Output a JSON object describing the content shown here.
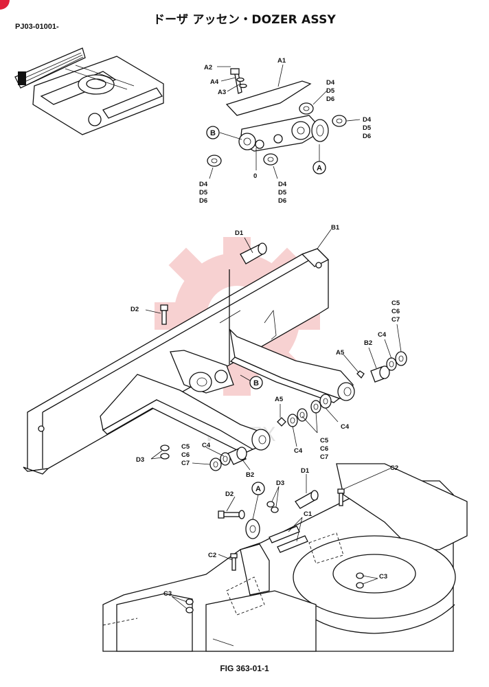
{
  "title": "ドーザ アッセン・DOZER ASSY",
  "code": "PJ03-01001-",
  "figure": "FIG 363-01-1",
  "watermark_text": "ИНТЕХ",
  "colors": {
    "watermark": "#f6c9c9",
    "corner_mark": "#e0203a"
  },
  "callouts": {
    "a1": "A1",
    "a2": "A2",
    "a3": "A3",
    "a4": "A4",
    "a5": "A5",
    "b1": "B1",
    "b2": "B2",
    "c1": "C1",
    "c2": "C2",
    "c3": "C3",
    "c4": "C4",
    "c5": "C5",
    "c6": "C6",
    "c7": "C7",
    "d1": "D1",
    "d2": "D2",
    "d3": "D3",
    "d4": "D4",
    "d5": "D5",
    "d6": "D6",
    "zero": "0"
  },
  "circle_refs": {
    "a": "A",
    "b": "B"
  }
}
